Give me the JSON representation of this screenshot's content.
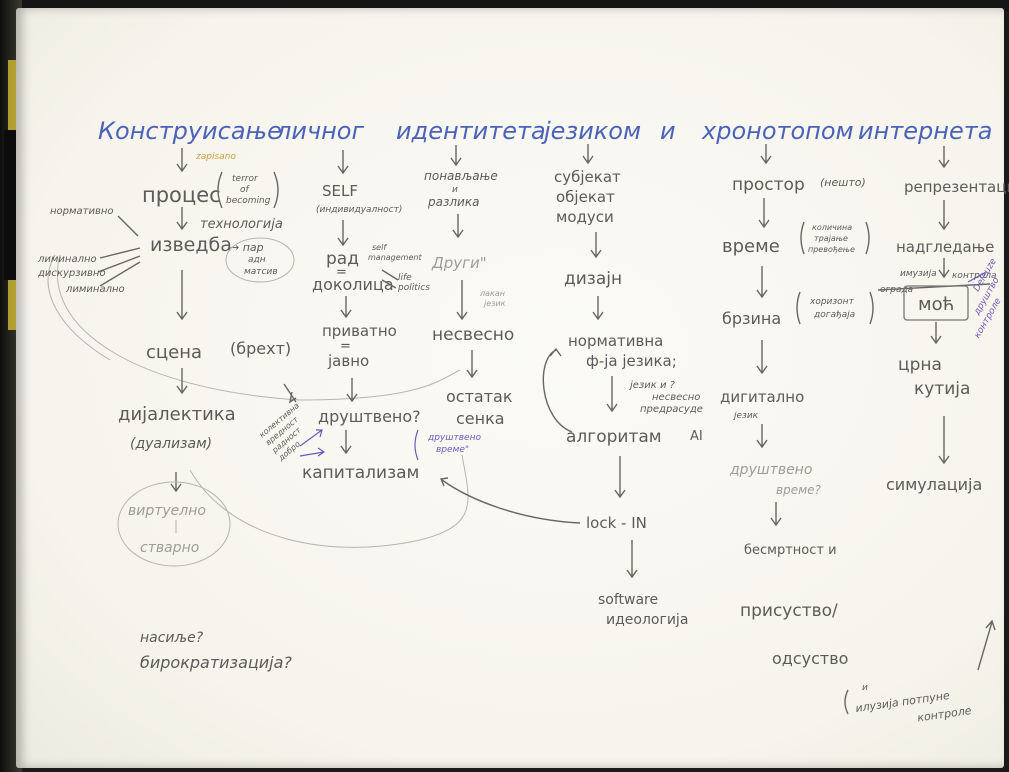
{
  "title": {
    "w1": "Конструисање",
    "w2": "личног",
    "w3": "идентитета",
    "w4": "језиком",
    "w5": "и",
    "w6": "хронотопом",
    "w7": "интернета"
  },
  "col1": {
    "proces": "процес",
    "paren1": "terror",
    "paren2": "of",
    "paren3": "becoming",
    "note_top": "zapisano",
    "normativno": "нормативно",
    "tehnologija": "технологија",
    "izvedba": "изведба",
    "par": "→ пар",
    "adn": "адн",
    "matsiv": "матсив",
    "liminalno1": "лиминално",
    "diskurzivno": "дискурзивно",
    "liminalno2": "лиминално",
    "scena": "сцена",
    "brekt": "(брехт)",
    "dijalektika": "дијалектика",
    "dualizam": "(дуализам)",
    "virtuelno": "виртуелно",
    "stvarno": "стварно",
    "nasilje": "насиље?",
    "birokratizacija": "бирократизација?"
  },
  "col2": {
    "self": "SELF",
    "individualnost": "(индивидуалност)",
    "rad": "рад",
    "eq1": "=",
    "dokolica": "доколица",
    "self_mgmt1": "self",
    "self_mgmt2": "management",
    "life_pol1": "life",
    "life_pol2": "politics",
    "privatno": "приватно",
    "eq2": "=",
    "javno": "јавно",
    "drustveno": "друштвено?",
    "kapitalizam": "капитализам",
    "side1": "колективна",
    "side2": "вредност",
    "side3": "радност",
    "side4": "добро",
    "drustveno_vreme1": "друштвено",
    "drustveno_vreme2": "време\""
  },
  "col3": {
    "ponavljanje": "понављање",
    "i": "и",
    "razlika": "разлика",
    "drugi": "Други\"",
    "lakan1": "лакан",
    "lakan2": "језик",
    "nesvesno": "несвесно",
    "ostatak": "остатак",
    "senka": "сенка"
  },
  "col4": {
    "subjekat": "субјекат",
    "objekat": "објекат",
    "modusi": "модуси",
    "dizajn": "дизајн",
    "normativna": "нормативна",
    "fja_jezika": "ф-ја језика;",
    "jezik_nesvesno1": "језик и ?",
    "jezik_nesvesno2": "несвесно",
    "jezik_nesvesno3": "предрасуде",
    "algoritam": "алгоритам",
    "ai": "AI",
    "lockin": "lock - IN",
    "software": "software",
    "ideologija": "идеологија"
  },
  "col5": {
    "prostor": "простор",
    "nesto": "(нешто)",
    "vreme": "време",
    "kolicina1": "количина",
    "kolicina2": "трајање",
    "kolicina3": "превођење",
    "brzina": "брзина",
    "horizont1": "хоризонт",
    "horizont2": "догађаја",
    "digitalno": "дигитално",
    "jezik": "језик",
    "drustveno_vreme1": "друштвено",
    "drustveno_vreme2": "време?",
    "besmrtnost": "бесмртност и",
    "prisustvo": "присуство/",
    "odsustvo": "одсуство",
    "i": "и",
    "iluzija1": "илузија потпуне",
    "iluzija2": "контроле"
  },
  "col6": {
    "reprezentacija": "репрезентација",
    "nadgledanje": "надгледање",
    "imuzija": "имузија",
    "kontrola": "контрола",
    "ograda": "ограда",
    "moc": "моћ",
    "side1": "Deleuze",
    "side2": "друштво",
    "side3": "контроле",
    "crna": "црна",
    "kutija": "кутија",
    "simulacija": "симулација"
  }
}
